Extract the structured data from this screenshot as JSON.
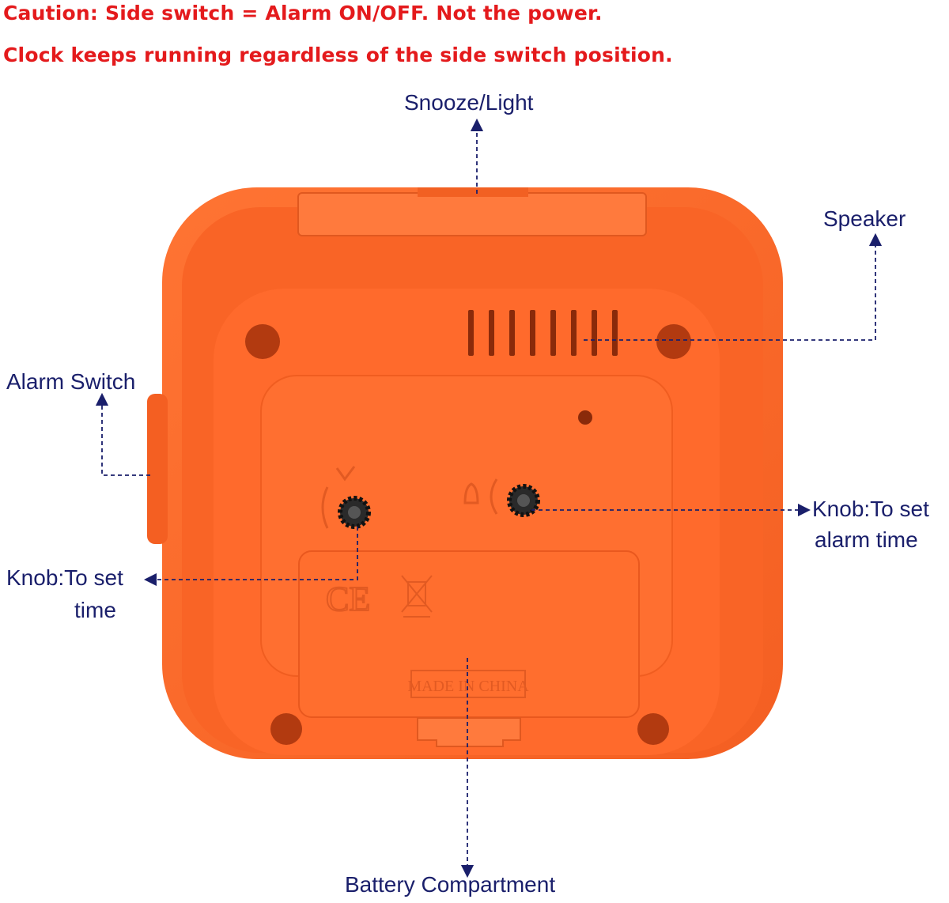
{
  "caution": {
    "line1": "Caution: Side switch = Alarm ON/OFF. Not the power.",
    "line2": "Clock keeps running regardless of the side switch position."
  },
  "labels": {
    "snooze": "Snooze/Light",
    "speaker": "Speaker",
    "alarm_switch": "Alarm Switch",
    "knob_alarm_1": "Knob:To set",
    "knob_alarm_2": "alarm time",
    "knob_time_1": "Knob:To set",
    "knob_time_2": "time",
    "battery": "Battery Compartment"
  },
  "embossed": {
    "made_in": "MADE IN CHINA",
    "ce": "CE"
  },
  "colors": {
    "caution_text": "#e41a1c",
    "label_text": "#1a1f6b",
    "clock_body": "#ff6a2c",
    "clock_shadow": "#d9521c",
    "leader_line": "#1a1f6b"
  },
  "icons": [
    "time-icon",
    "bell-icon",
    "recycle-bin-crossed-icon"
  ]
}
